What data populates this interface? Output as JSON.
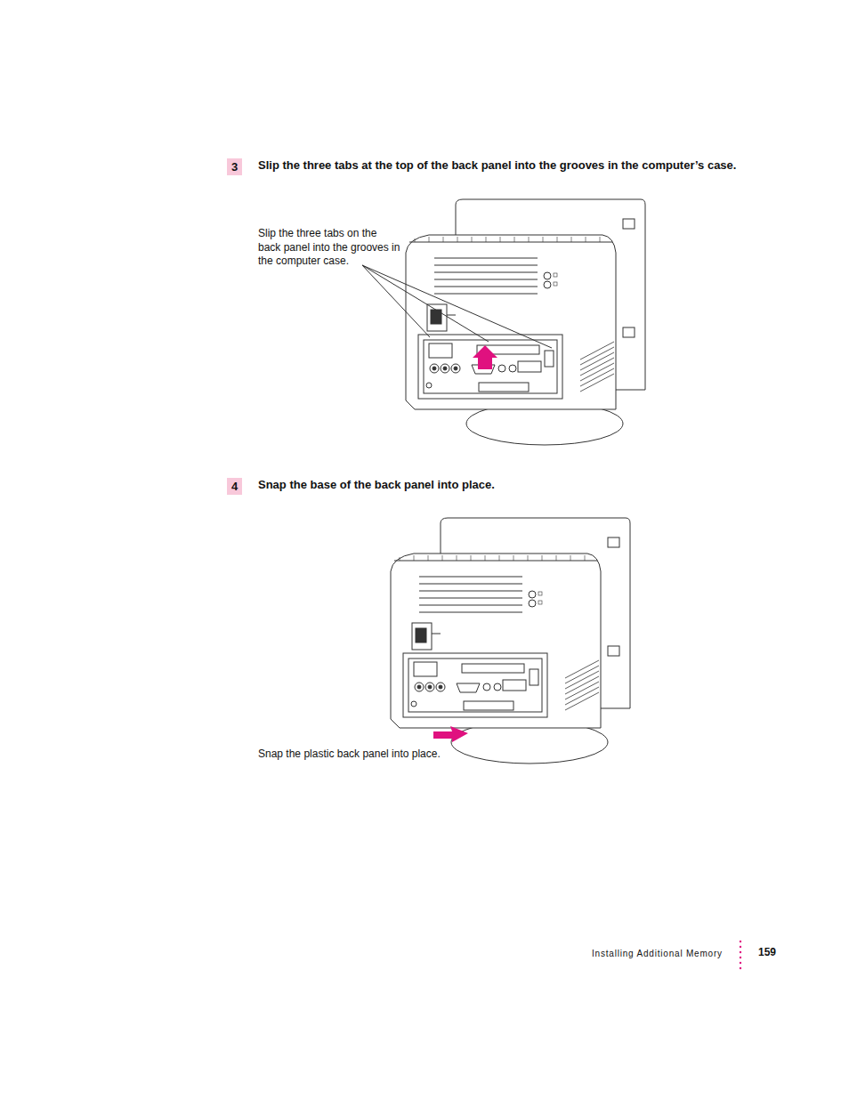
{
  "diagram": {
    "nodes": [
      {
        "text": [
          "3"
        ]
      },
      {
        "text": [
          "4"
        ]
      }
    ],
    "labels": [
      "Slip the three tabs at the top of the back panel into the grooves in the computer’s case.",
      "Slip the three tabs on the back panel into the grooves in the computer case.",
      "Snap the base of the back panel into place.",
      "Snap the plastic back panel into place.",
      "Installing Additional Memory",
      "159"
    ]
  }
}
